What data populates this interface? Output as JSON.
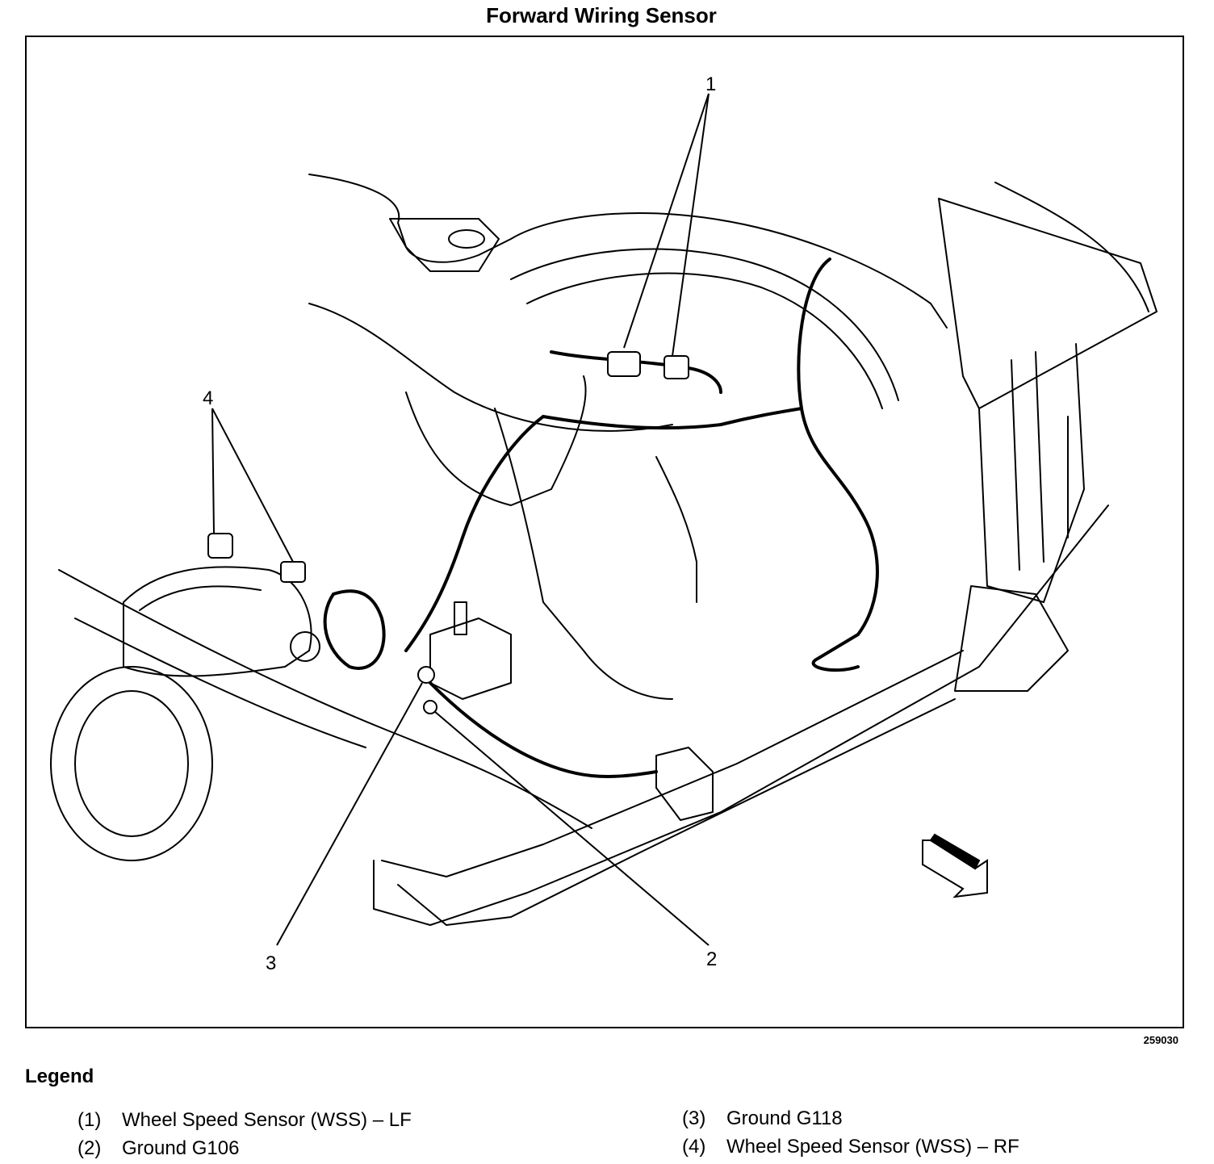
{
  "title": "Forward Wiring Sensor",
  "figure_id": "259030",
  "callouts": [
    "1",
    "2",
    "3",
    "4"
  ],
  "legend": {
    "heading": "Legend",
    "items": [
      {
        "num": "(1)",
        "label": "Wheel Speed Sensor (WSS) – LF"
      },
      {
        "num": "(2)",
        "label": "Ground G106"
      },
      {
        "num": "(3)",
        "label": "Ground G118"
      },
      {
        "num": "(4)",
        "label": "Wheel Speed Sensor (WSS) – RF"
      }
    ]
  },
  "colors": {
    "ink": "#000000",
    "paper": "#ffffff"
  }
}
